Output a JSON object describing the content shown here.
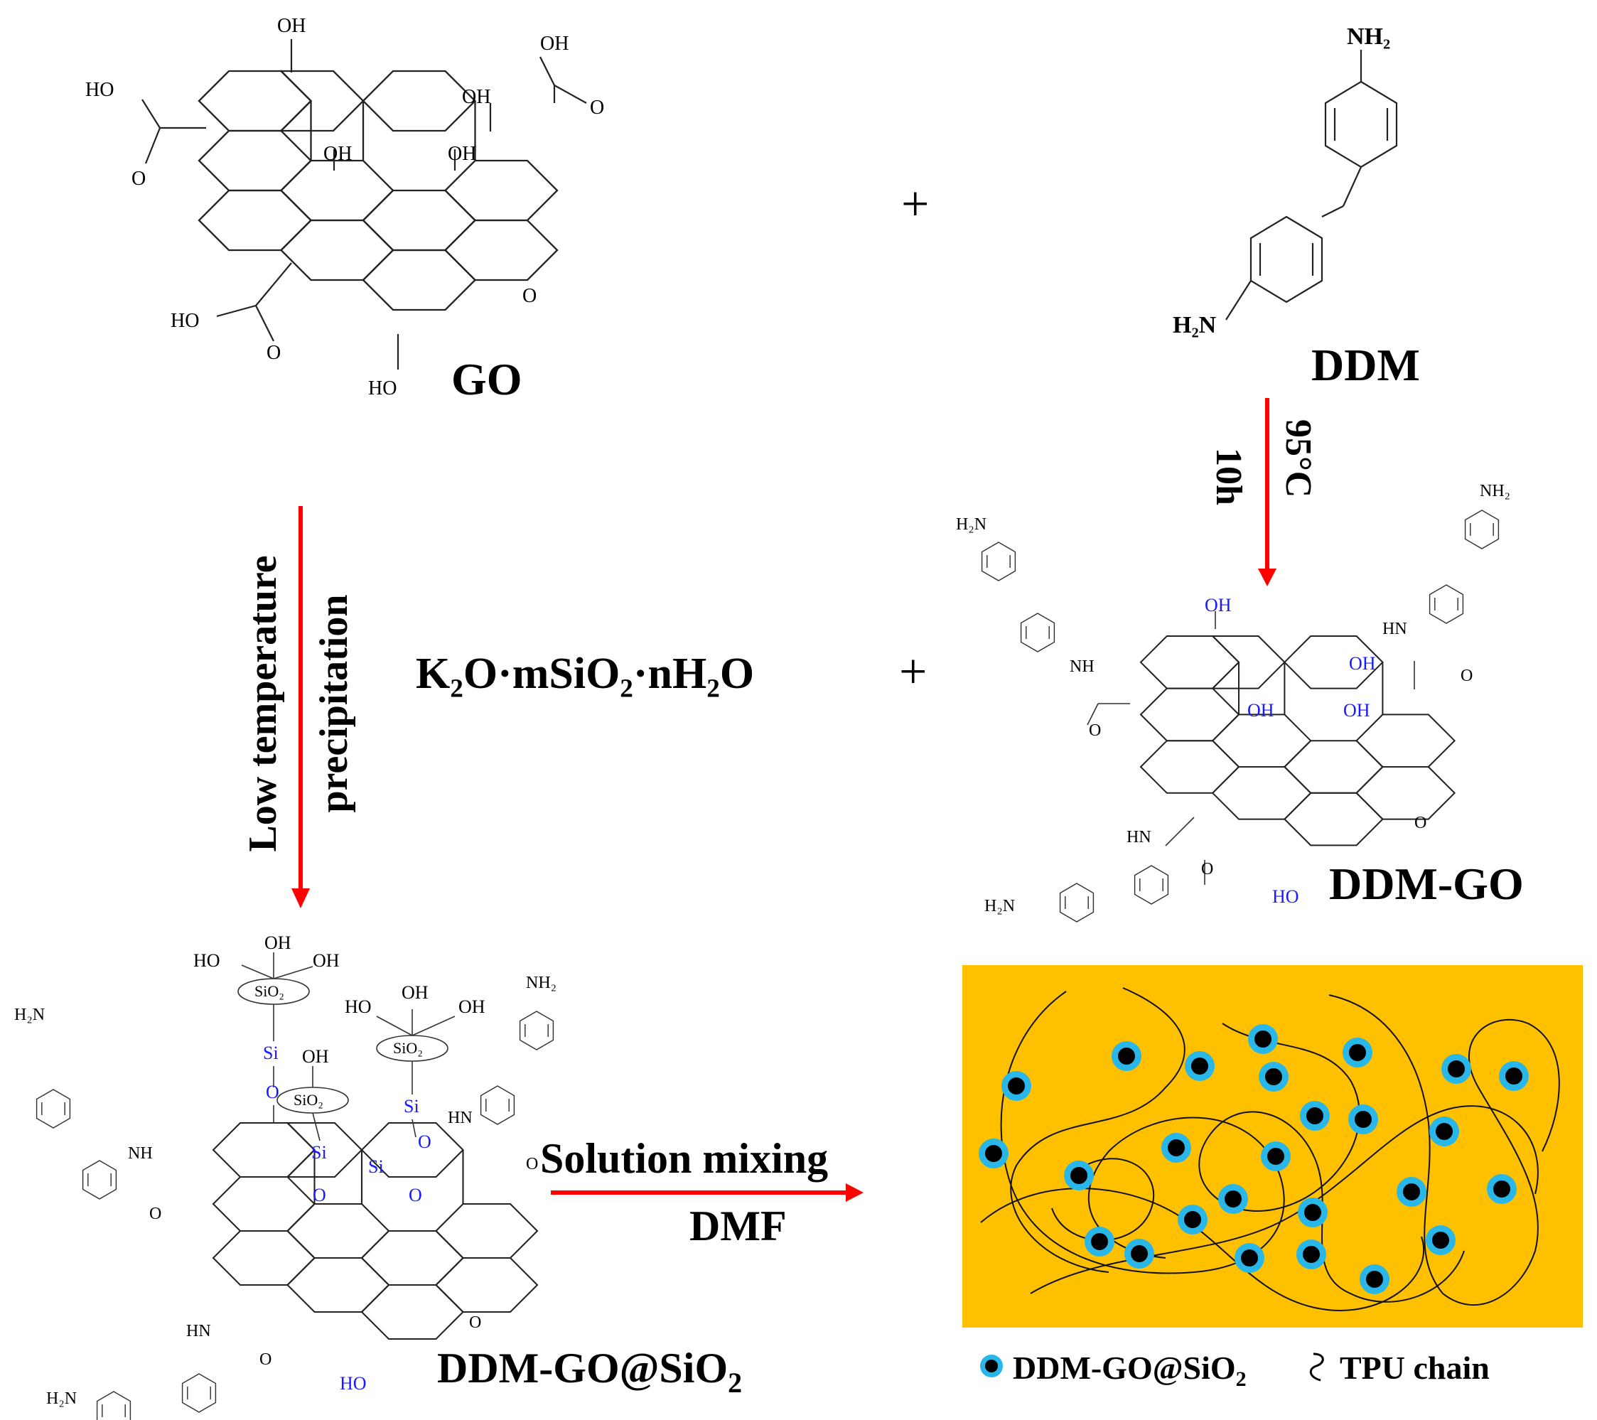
{
  "colors": {
    "arrow": "#ff0000",
    "panel_bg": "#ffc000",
    "particle_ring": "#29b6e8",
    "particle_core": "#000000",
    "blue_label": "#1a1aff"
  },
  "labels": {
    "go": "GO",
    "ddm": "DDM",
    "ddm_go": "DDM-GO",
    "ddm_go_sio2": "DDM-GO@SiO",
    "plus": "+",
    "silicate": "K₂O·mSiO₂·nH₂O"
  },
  "groups": {
    "oh": "OH",
    "ho": "HO",
    "o": "O",
    "nh2": "NH₂",
    "h2n": "H₂N",
    "nh": "NH",
    "hn": "HN",
    "si": "Si",
    "sio2": "SiO₂"
  },
  "arrows": {
    "ddm_step_line1": "95°C",
    "ddm_step_line2": "10h",
    "left_step_line1": "Low temperature",
    "left_step_line2": "precipitation",
    "mix_line1": "Solution mixing",
    "mix_line2": "DMF"
  },
  "legend": {
    "particle_label": "DDM-GO@SiO",
    "chain_label": "TPU chain"
  }
}
